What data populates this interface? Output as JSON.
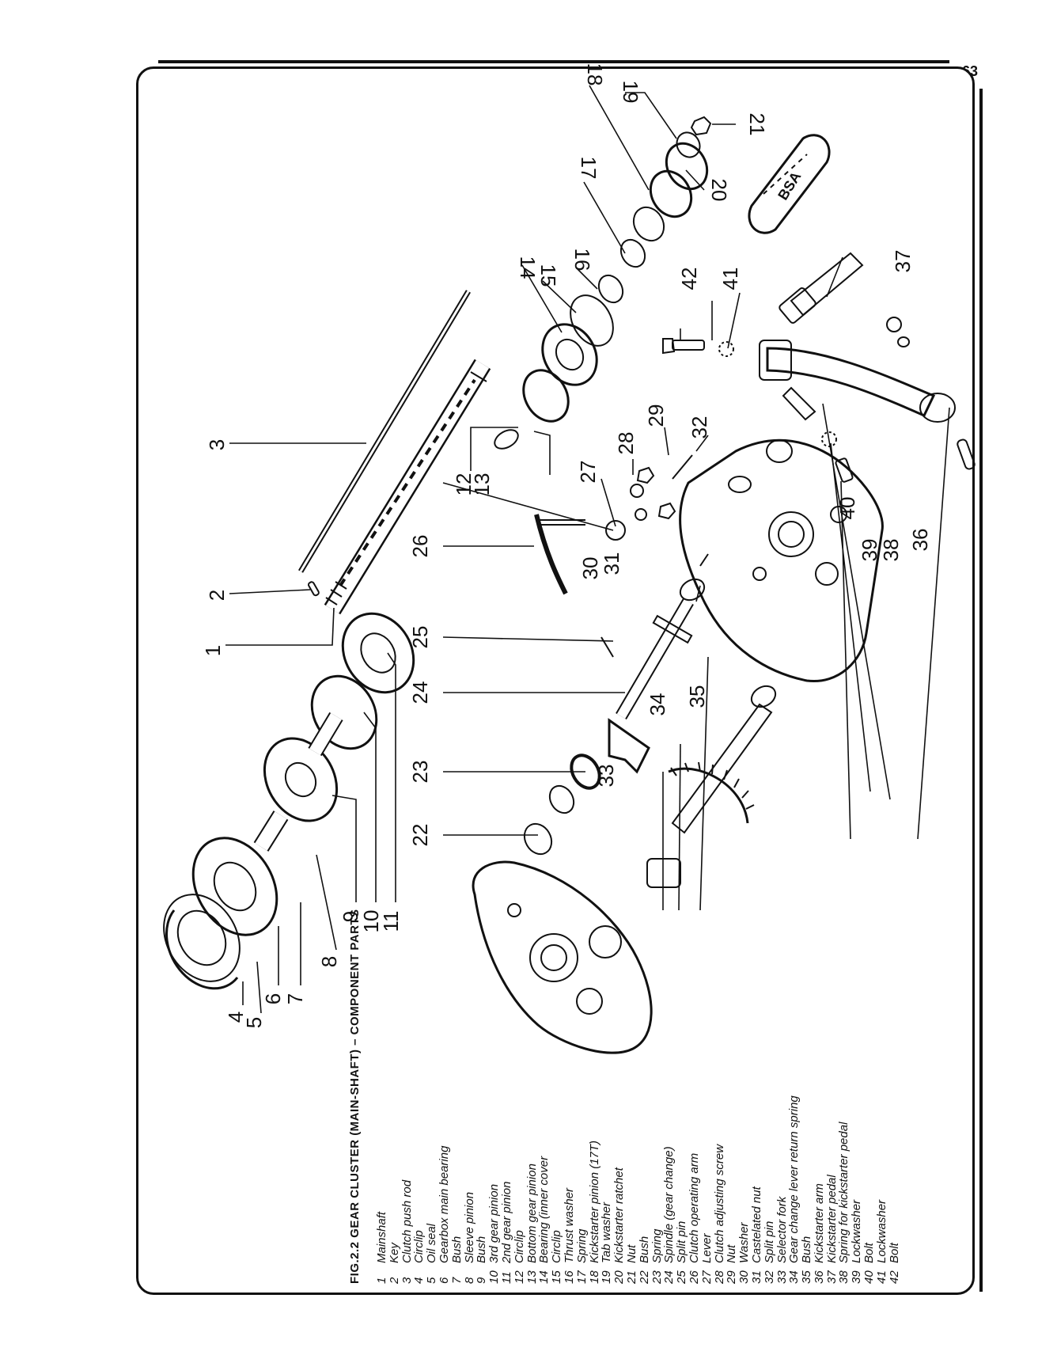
{
  "page": {
    "number": "63"
  },
  "figure": {
    "title": "FIG.2.2  GEAR  CLUSTER  (MAIN-SHAFT) – COMPONENT PARTS",
    "brand_mark": "BSA"
  },
  "legend": [
    {
      "n": "1",
      "label": "Mainshaft"
    },
    {
      "n": "2",
      "label": "Key"
    },
    {
      "n": "3",
      "label": "Clutch push rod"
    },
    {
      "n": "4",
      "label": "Circlip"
    },
    {
      "n": "5",
      "label": "Oil seal"
    },
    {
      "n": "6",
      "label": "Gearbox main bearing"
    },
    {
      "n": "7",
      "label": "Bush"
    },
    {
      "n": "8",
      "label": "Sleeve pinion"
    },
    {
      "n": "9",
      "label": "Bush"
    },
    {
      "n": "10",
      "label": "3rd gear pinion"
    },
    {
      "n": "11",
      "label": "2nd gear pinion"
    },
    {
      "n": "12",
      "label": "Circlip"
    },
    {
      "n": "13",
      "label": "Bottom gear pinion"
    },
    {
      "n": "14",
      "label": "Bearing (inner cover"
    },
    {
      "n": "15",
      "label": "Circlip"
    },
    {
      "n": "16",
      "label": "Thrust washer"
    },
    {
      "n": "17",
      "label": "Spring"
    },
    {
      "n": "18",
      "label": "Kickstarter pinion (17T)"
    },
    {
      "n": "19",
      "label": "Tab washer"
    },
    {
      "n": "20",
      "label": "Kickstarter ratchet"
    },
    {
      "n": "21",
      "label": "Nut"
    },
    {
      "n": "22",
      "label": "Bush"
    },
    {
      "n": "23",
      "label": "Spring"
    },
    {
      "n": "24",
      "label": "Spindle (gear change)"
    },
    {
      "n": "25",
      "label": "Split pin"
    },
    {
      "n": "26",
      "label": "Clutch operating arm"
    },
    {
      "n": "27",
      "label": "Lever"
    },
    {
      "n": "28",
      "label": "Clutch adjusting screw"
    },
    {
      "n": "29",
      "label": "Nut"
    },
    {
      "n": "30",
      "label": "Washer"
    },
    {
      "n": "31",
      "label": "Castelated nut"
    },
    {
      "n": "32",
      "label": "Split pin"
    },
    {
      "n": "33",
      "label": "Selector fork"
    },
    {
      "n": "34",
      "label": "Gear change lever return spring"
    },
    {
      "n": "35",
      "label": "Bush"
    },
    {
      "n": "36",
      "label": "Kickstarter arm"
    },
    {
      "n": "37",
      "label": "Kickstarter pedal"
    },
    {
      "n": "38",
      "label": "Spring for kickstarter pedal"
    },
    {
      "n": "39",
      "label": "Lockwasher"
    },
    {
      "n": "40",
      "label": "Bolt"
    },
    {
      "n": "41",
      "label": "Lockwasher"
    },
    {
      "n": "42",
      "label": "Bolt"
    }
  ]
}
